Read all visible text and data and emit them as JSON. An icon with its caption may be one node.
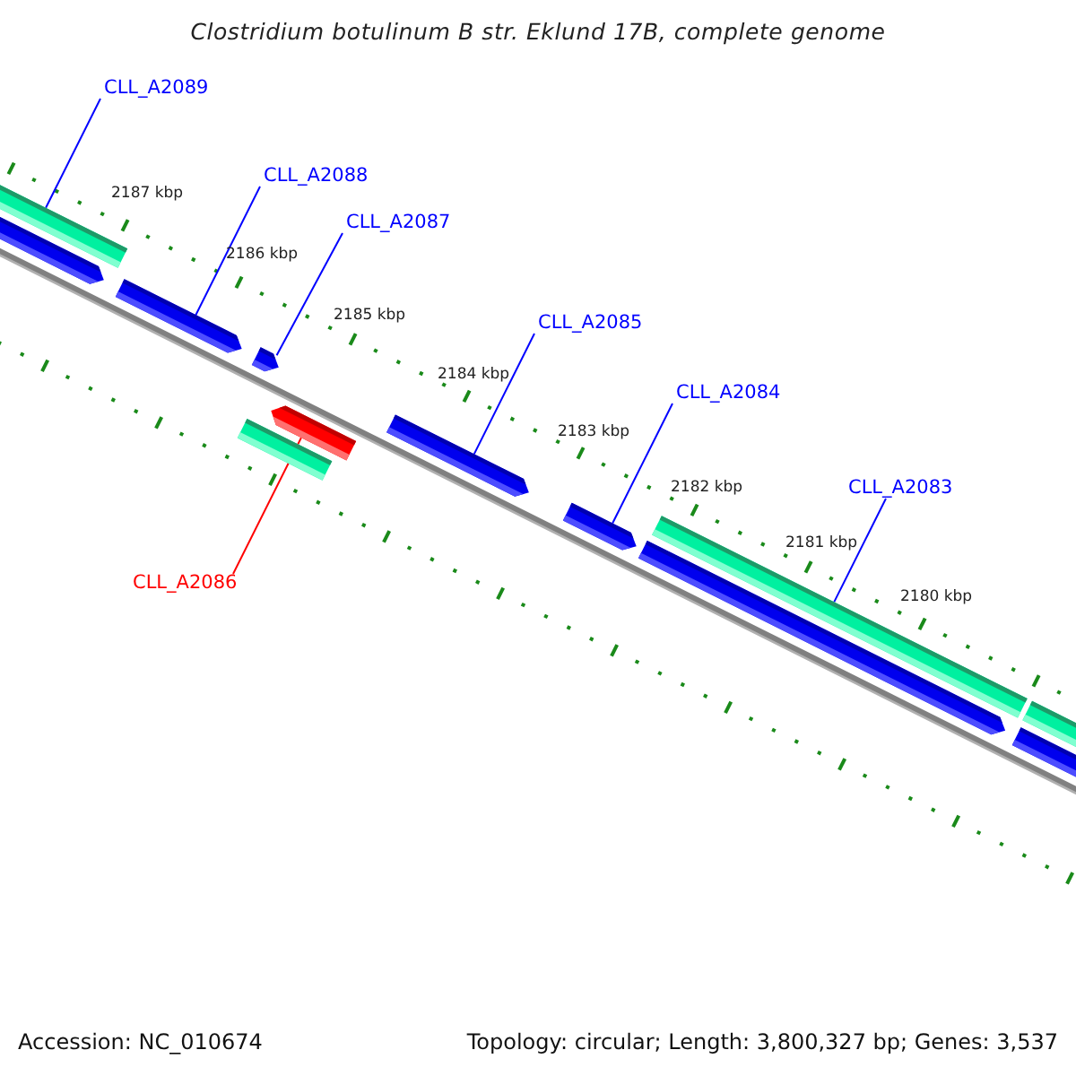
{
  "diagram": {
    "title": "Clostridium botulinum B str. Eklund 17B, complete genome",
    "nodes": [
      {
        "text": [
          "CLL_A2089"
        ]
      },
      {
        "text": [
          "CLL_A2088"
        ]
      },
      {
        "text": [
          "CLL_A2087"
        ]
      },
      {
        "text": [
          "CLL_A2085"
        ]
      },
      {
        "text": [
          "CLL_A2084"
        ]
      },
      {
        "text": [
          "CLL_A2083"
        ]
      },
      {
        "text": [
          "CLL_A2086"
        ]
      },
      {
        "text": [],
        "shape": "bar"
      },
      {
        "text": [],
        "shape": "bar"
      },
      {
        "text": [],
        "shape": "bar"
      },
      {
        "text": [],
        "shape": "bar"
      },
      {
        "text": [],
        "shape": "bar"
      },
      {
        "text": [],
        "shape": "bar"
      },
      {
        "text": [],
        "shape": "bar"
      },
      {
        "text": [],
        "shape": "bar"
      },
      {
        "text": [],
        "shape": "bar"
      },
      {
        "text": [],
        "shape": "bar"
      },
      {
        "text": [],
        "shape": "bar"
      },
      {
        "text": [],
        "shape": "bar"
      }
    ],
    "edges": [
      {
        "from": 0,
        "to": 7,
        "arrow": "none"
      },
      {
        "from": 1,
        "to": 9,
        "arrow": "none"
      },
      {
        "from": 2,
        "to": 11,
        "arrow": "none"
      },
      {
        "from": 3,
        "to": 13,
        "arrow": "none"
      },
      {
        "from": 4,
        "to": 14,
        "arrow": "none"
      },
      {
        "from": 5,
        "to": 16,
        "arrow": "none"
      },
      {
        "from": 6,
        "to": 12,
        "arrow": "none",
        "color": "#ff0000"
      }
    ],
    "labels": [
      "2187 kbp",
      "2186 kbp",
      "2185 kbp",
      "2184 kbp",
      "2183 kbp",
      "2182 kbp",
      "2181 kbp",
      "2180 kbp",
      "Accession: NC_010674",
      "Topology: circular; Length: 3,800,327 bp; Genes: 3,537"
    ]
  }
}
